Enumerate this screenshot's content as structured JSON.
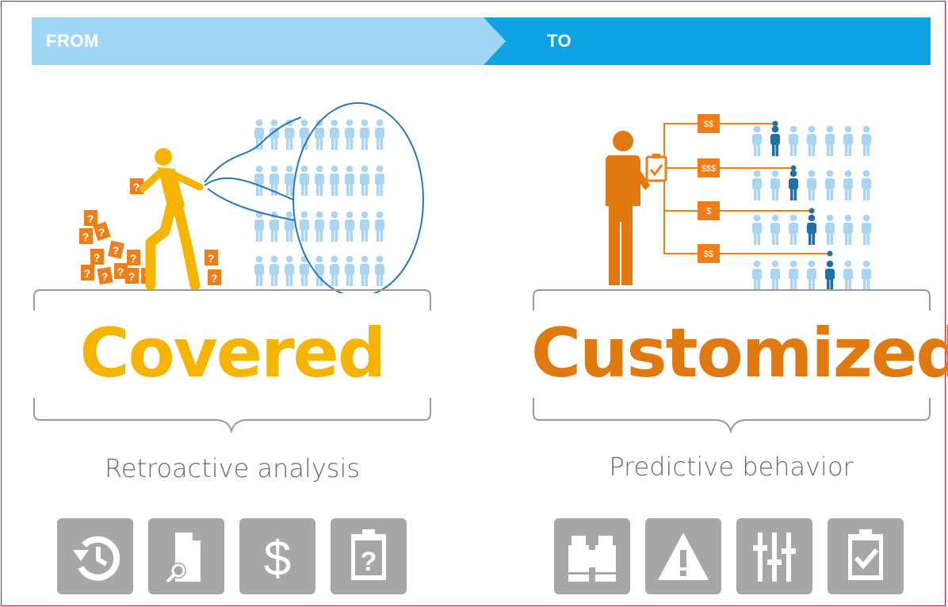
{
  "banner": {
    "from_label": "FROM",
    "to_label": "TO"
  },
  "left_panel": {
    "title": "Covered",
    "subtitle": "Retroactive analysis",
    "question_box_glyph": "?",
    "icons": [
      "history-icon",
      "document-search-icon",
      "dollar-icon",
      "clipboard-question-icon"
    ],
    "dollar_glyph": "$",
    "clipboard_glyph": "?"
  },
  "right_panel": {
    "title": "Customized",
    "subtitle": "Predictive behavior",
    "price_tags": [
      "$$",
      "$$$",
      "$",
      "$$"
    ],
    "icons": [
      "binoculars-icon",
      "warning-icon",
      "sliders-icon",
      "clipboard-check-icon"
    ]
  },
  "colors": {
    "banner_from": "#9ed6f4",
    "banner_to": "#0fa3e3",
    "covered": "#f4b400",
    "customized": "#e07a10",
    "box_orange": "#ee7d1a",
    "person_light": "#a9d5f2",
    "person_dark": "#1f6fa8",
    "lasso": "#2a77b5",
    "tile_gray": "#a7a7a7",
    "brace_gray": "#9a9a9a",
    "caption_gray": "#6a6a6a"
  }
}
